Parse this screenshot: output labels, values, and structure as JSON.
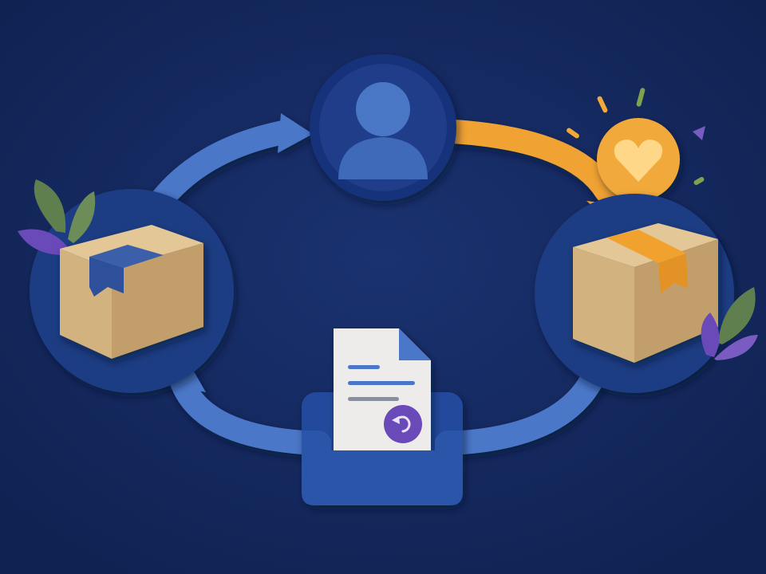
{
  "diagram": {
    "kind": "returns-cycle",
    "nodes": [
      {
        "id": "outbound-package",
        "icon": "package-icon",
        "accent": "#2f4f9a"
      },
      {
        "id": "customer",
        "icon": "user-icon",
        "accent": "#4a76c6"
      },
      {
        "id": "inbound-package",
        "icon": "package-icon",
        "accent": "#f0a12e"
      },
      {
        "id": "return-slip",
        "icon": "return-document-icon",
        "accent": "#6a49b8"
      }
    ],
    "edges": [
      {
        "from": "outbound-package",
        "to": "customer",
        "color": "#4b77c8"
      },
      {
        "from": "customer",
        "to": "inbound-package",
        "color": "#f0a233"
      },
      {
        "from": "inbound-package",
        "to": "return-slip",
        "color": "#4b77c8"
      },
      {
        "from": "return-slip",
        "to": "outbound-package",
        "color": "#4b77c8"
      }
    ],
    "badge": {
      "icon": "heart-icon",
      "color": "#f2a93a"
    }
  },
  "colors": {
    "background": "#13275a",
    "disc": "#1e3d83",
    "cardboard": "#d2b27f",
    "leaf_green": "#5f7f4e",
    "leaf_purple": "#6a49b8"
  }
}
